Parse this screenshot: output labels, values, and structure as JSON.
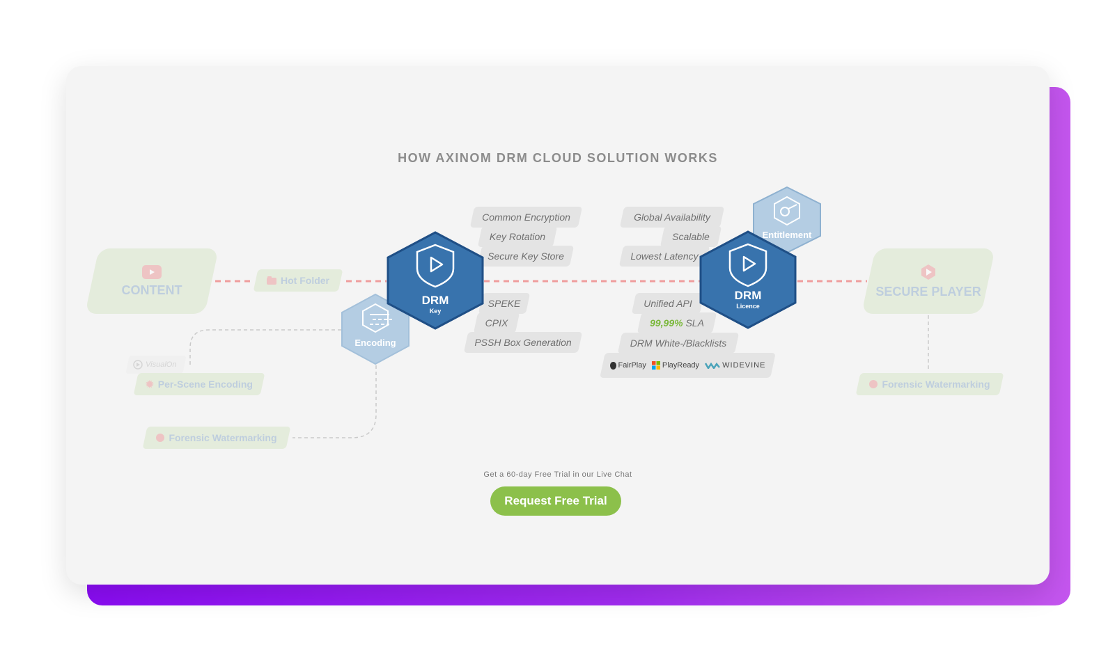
{
  "title": "HOW AXINOM DRM CLOUD SOLUTION WORKS",
  "nodes": {
    "content": "CONTENT",
    "hot_folder": "Hot Folder",
    "encoding": "Encoding",
    "drm_key": {
      "main": "DRM",
      "sub": "Key"
    },
    "drm_licence": {
      "main": "DRM",
      "sub": "Licence"
    },
    "entitlement": "Entitlement",
    "secure_player": "SECURE PLAYER",
    "visualon": "VisualOn",
    "per_scene_encoding": "Per-Scene Encoding",
    "forensic_watermarking_left": "Forensic Watermarking",
    "forensic_watermarking_right": "Forensic Watermarking"
  },
  "key_features_top": [
    "Common Encryption",
    "Key Rotation",
    "Secure Key Store"
  ],
  "key_features_bottom": [
    "SPEKE",
    "CPIX",
    "PSSH Box Generation"
  ],
  "licence_features_top": [
    "Global Availability",
    "Scalable",
    "Lowest Latency"
  ],
  "licence_features_bottom": {
    "unified_api": "Unified API",
    "sla_value": "99,99%",
    "sla_label": "SLA",
    "blacklists": "DRM White-/Blacklists"
  },
  "platforms": [
    "FairPlay",
    "PlayReady",
    "WIDEVINE"
  ],
  "cta": {
    "caption": "Get a 60-day Free Trial in our Live Chat",
    "button": "Request Free Trial"
  },
  "colors": {
    "accent_green": "#8cc04b",
    "hex_blue": "#3873ad",
    "hex_light_blue": "#b4cde3",
    "backplate_start": "#8a0cf3",
    "backplate_end": "#c456ee"
  },
  "icons": [
    "play-shield-icon",
    "key-shield-icon",
    "encoding-lines-icon",
    "youtube-play-icon",
    "folder-icon",
    "gear-icon",
    "apple-icon",
    "windows-icon",
    "widevine-icon"
  ]
}
